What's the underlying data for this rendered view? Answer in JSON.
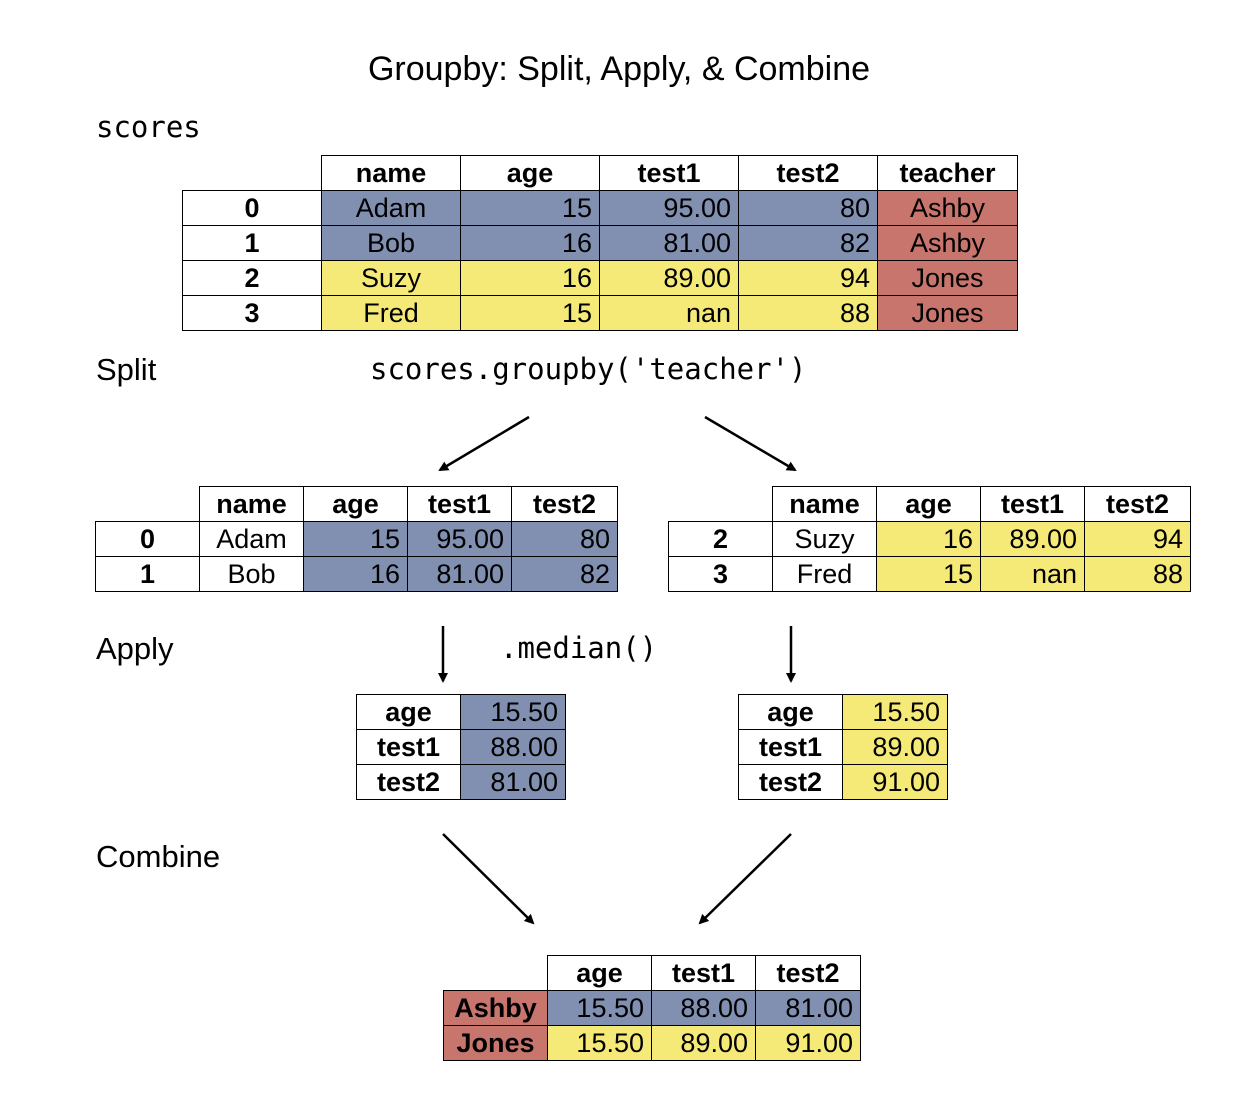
{
  "title": "Groupby: Split, Apply, & Combine",
  "labels": {
    "scores": "scores",
    "split": "Split",
    "apply": "Apply",
    "combine": "Combine"
  },
  "code": {
    "groupby": "scores.groupby('teacher')",
    "median": ".median()"
  },
  "colors": {
    "blue": "#8190b0",
    "yellow": "#f5ea78",
    "red": "#c8756e"
  },
  "scores_table": {
    "columns": [
      "name",
      "age",
      "test1",
      "test2",
      "teacher"
    ],
    "rows": [
      {
        "index": "0",
        "name": "Adam",
        "age": "15",
        "test1": "95.00",
        "test2": "80",
        "teacher": "Ashby"
      },
      {
        "index": "1",
        "name": "Bob",
        "age": "16",
        "test1": "81.00",
        "test2": "82",
        "teacher": "Ashby"
      },
      {
        "index": "2",
        "name": "Suzy",
        "age": "16",
        "test1": "89.00",
        "test2": "94",
        "teacher": "Jones"
      },
      {
        "index": "3",
        "name": "Fred",
        "age": "15",
        "test1": "nan",
        "test2": "88",
        "teacher": "Jones"
      }
    ]
  },
  "split_ashby": {
    "columns": [
      "name",
      "age",
      "test1",
      "test2"
    ],
    "rows": [
      {
        "index": "0",
        "name": "Adam",
        "age": "15",
        "test1": "95.00",
        "test2": "80"
      },
      {
        "index": "1",
        "name": "Bob",
        "age": "16",
        "test1": "81.00",
        "test2": "82"
      }
    ]
  },
  "split_jones": {
    "columns": [
      "name",
      "age",
      "test1",
      "test2"
    ],
    "rows": [
      {
        "index": "2",
        "name": "Suzy",
        "age": "16",
        "test1": "89.00",
        "test2": "94"
      },
      {
        "index": "3",
        "name": "Fred",
        "age": "15",
        "test1": "nan",
        "test2": "88"
      }
    ]
  },
  "median_ashby": [
    {
      "key": "age",
      "value": "15.50"
    },
    {
      "key": "test1",
      "value": "88.00"
    },
    {
      "key": "test2",
      "value": "81.00"
    }
  ],
  "median_jones": [
    {
      "key": "age",
      "value": "15.50"
    },
    {
      "key": "test1",
      "value": "89.00"
    },
    {
      "key": "test2",
      "value": "91.00"
    }
  ],
  "combined": {
    "columns": [
      "age",
      "test1",
      "test2"
    ],
    "rows": [
      {
        "index": "Ashby",
        "age": "15.50",
        "test1": "88.00",
        "test2": "81.00"
      },
      {
        "index": "Jones",
        "age": "15.50",
        "test1": "89.00",
        "test2": "91.00"
      }
    ]
  }
}
